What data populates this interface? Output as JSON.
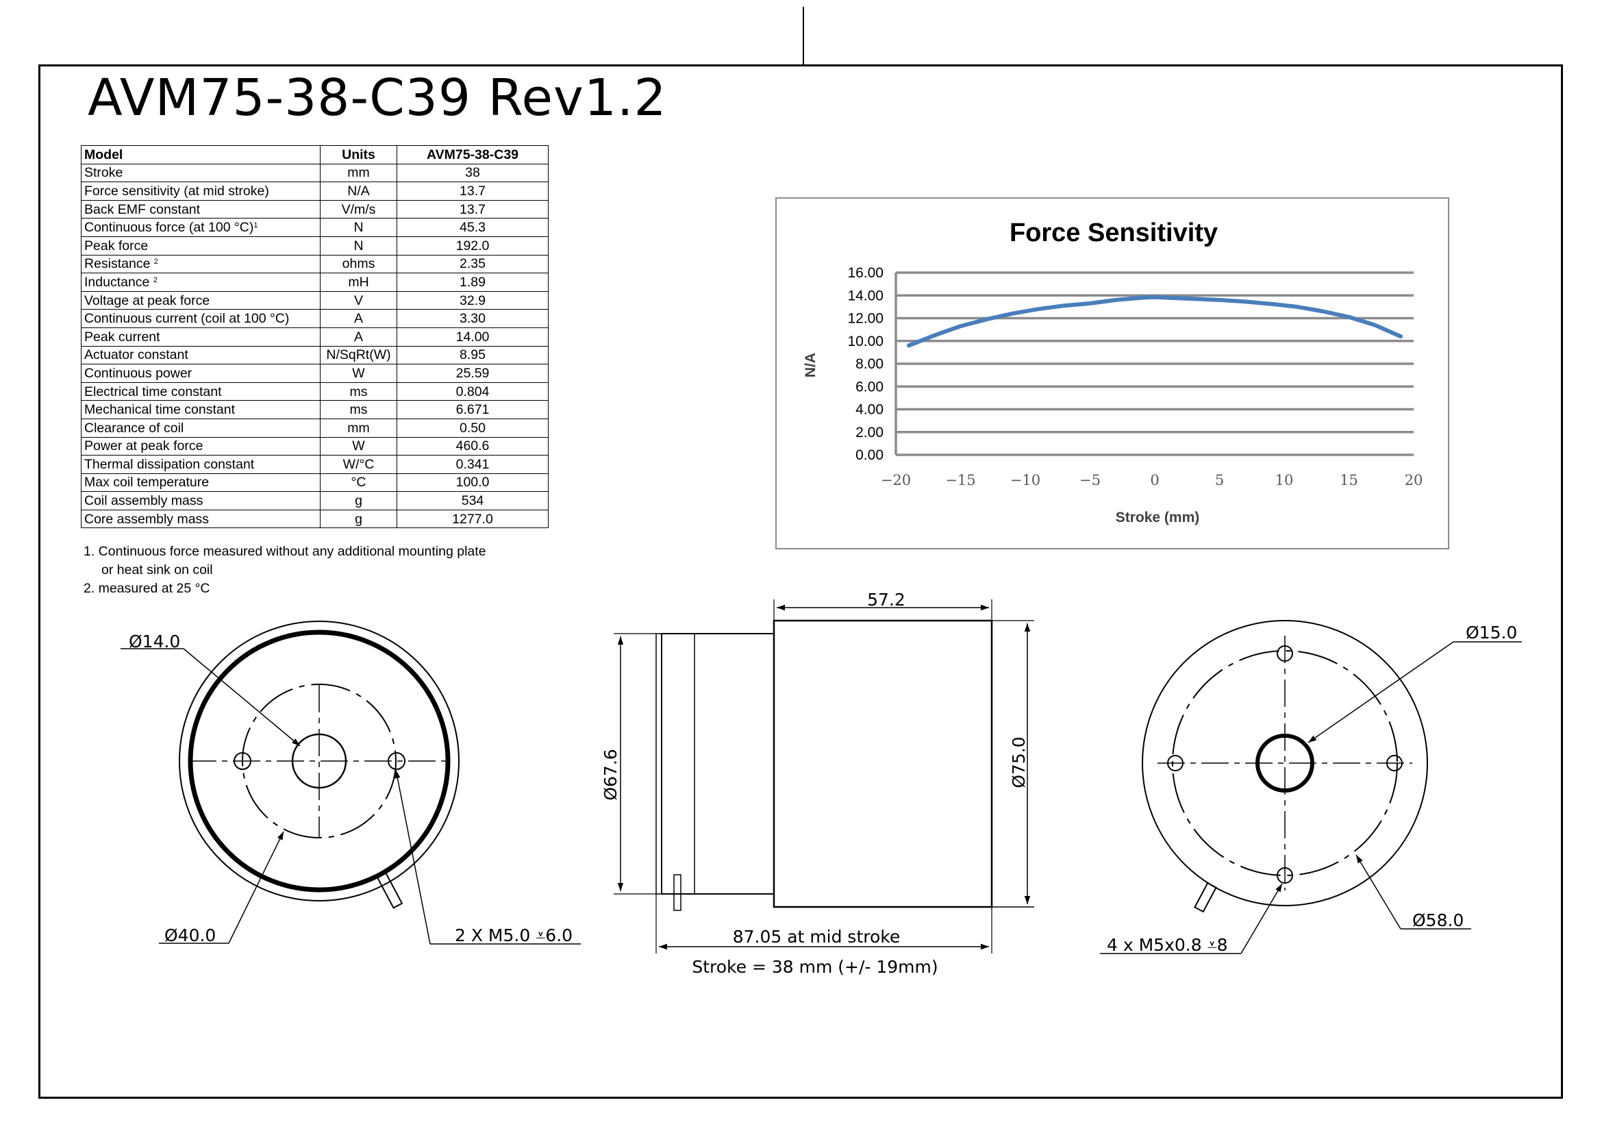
{
  "title": "AVM75-38-C39 Rev1.2",
  "specs": {
    "headers": [
      "Model",
      "Units",
      "AVM75-38-C39"
    ],
    "rows": [
      {
        "name": "Stroke",
        "sup": "",
        "unit": "mm",
        "value": "38"
      },
      {
        "name": "Force sensitivity (at mid stroke)",
        "sup": "",
        "unit": "N/A",
        "value": "13.7"
      },
      {
        "name": "Back EMF constant",
        "sup": "",
        "unit": "V/m/s",
        "value": "13.7"
      },
      {
        "name": "Continuous force (at 100 °C)",
        "sup": "1",
        "unit": "N",
        "value": "45.3"
      },
      {
        "name": "Peak force",
        "sup": "",
        "unit": "N",
        "value": "192.0"
      },
      {
        "name": "Resistance ",
        "sup": "2",
        "unit": "ohms",
        "value": "2.35"
      },
      {
        "name": "Inductance ",
        "sup": "2",
        "unit": "mH",
        "value": "1.89"
      },
      {
        "name": "Voltage at peak force",
        "sup": "",
        "unit": "V",
        "value": "32.9"
      },
      {
        "name": "Continuous current (coil at 100 °C)",
        "sup": "",
        "unit": "A",
        "value": "3.30"
      },
      {
        "name": "Peak current",
        "sup": "",
        "unit": "A",
        "value": "14.00"
      },
      {
        "name": "Actuator constant",
        "sup": "",
        "unit": "N/SqRt(W)",
        "value": "8.95"
      },
      {
        "name": "Continuous power",
        "sup": "",
        "unit": "W",
        "value": "25.59"
      },
      {
        "name": "Electrical time constant",
        "sup": "",
        "unit": "ms",
        "value": "0.804"
      },
      {
        "name": "Mechanical time constant",
        "sup": "",
        "unit": "ms",
        "value": "6.671"
      },
      {
        "name": "Clearance of coil",
        "sup": "",
        "unit": "mm",
        "value": "0.50"
      },
      {
        "name": "Power at peak force",
        "sup": "",
        "unit": "W",
        "value": "460.6"
      },
      {
        "name": "Thermal dissipation constant",
        "sup": "",
        "unit": "W/°C",
        "value": "0.341"
      },
      {
        "name": "Max coil temperature",
        "sup": "",
        "unit": "°C",
        "value": "100.0"
      },
      {
        "name": "Coil assembly mass",
        "sup": "",
        "unit": "g",
        "value": "534"
      },
      {
        "name": "Core assembly mass",
        "sup": "",
        "unit": "g",
        "value": "1277.0"
      }
    ]
  },
  "notes": {
    "note1_line1": "1. Continuous force measured without any additional mounting plate",
    "note1_line2": "or heat sink on coil",
    "note2": "2. measured at 25 °C"
  },
  "chart_data": {
    "type": "line",
    "title": "Force Sensitivity",
    "xlabel": "Stroke (mm)",
    "ylabel": "N/A",
    "xlim": [
      -20,
      20
    ],
    "ylim": [
      0,
      16
    ],
    "x_ticks": [
      "−20",
      "−15",
      "−10",
      "−5",
      "0",
      "5",
      "10",
      "15",
      "20"
    ],
    "y_ticks": [
      "0.00",
      "2.00",
      "4.00",
      "6.00",
      "8.00",
      "10.00",
      "12.00",
      "14.00",
      "16.00"
    ],
    "grid": true,
    "series": [
      {
        "color": "#4a7ebb",
        "x": [
          -19,
          -17,
          -15,
          -13,
          -11,
          -9,
          -7,
          -5,
          -3,
          -1,
          0,
          1,
          3,
          5,
          7,
          9,
          11,
          13,
          15,
          17,
          19
        ],
        "y": [
          9.6,
          10.5,
          11.3,
          11.9,
          12.4,
          12.8,
          13.1,
          13.3,
          13.6,
          13.8,
          13.85,
          13.8,
          13.7,
          13.6,
          13.45,
          13.25,
          13.0,
          12.6,
          12.1,
          11.4,
          10.4
        ]
      }
    ]
  },
  "drawings": {
    "front": {
      "bore_dia": "Ø14.0",
      "bolt_circle_dia": "Ø40.0",
      "holes": "2 X M5.0 ⩡6.0"
    },
    "side": {
      "length_top": "57.2",
      "dia_left": "Ø67.6",
      "dia_right": "Ø75.0",
      "mid_stroke": "87.05 at mid stroke",
      "stroke": "Stroke = 38 mm (+/- 19mm)"
    },
    "rear": {
      "bore_dia": "Ø15.0",
      "bolt_circle_dia": "Ø58.0",
      "holes": "4 x M5x0.8 ⩡8"
    }
  }
}
